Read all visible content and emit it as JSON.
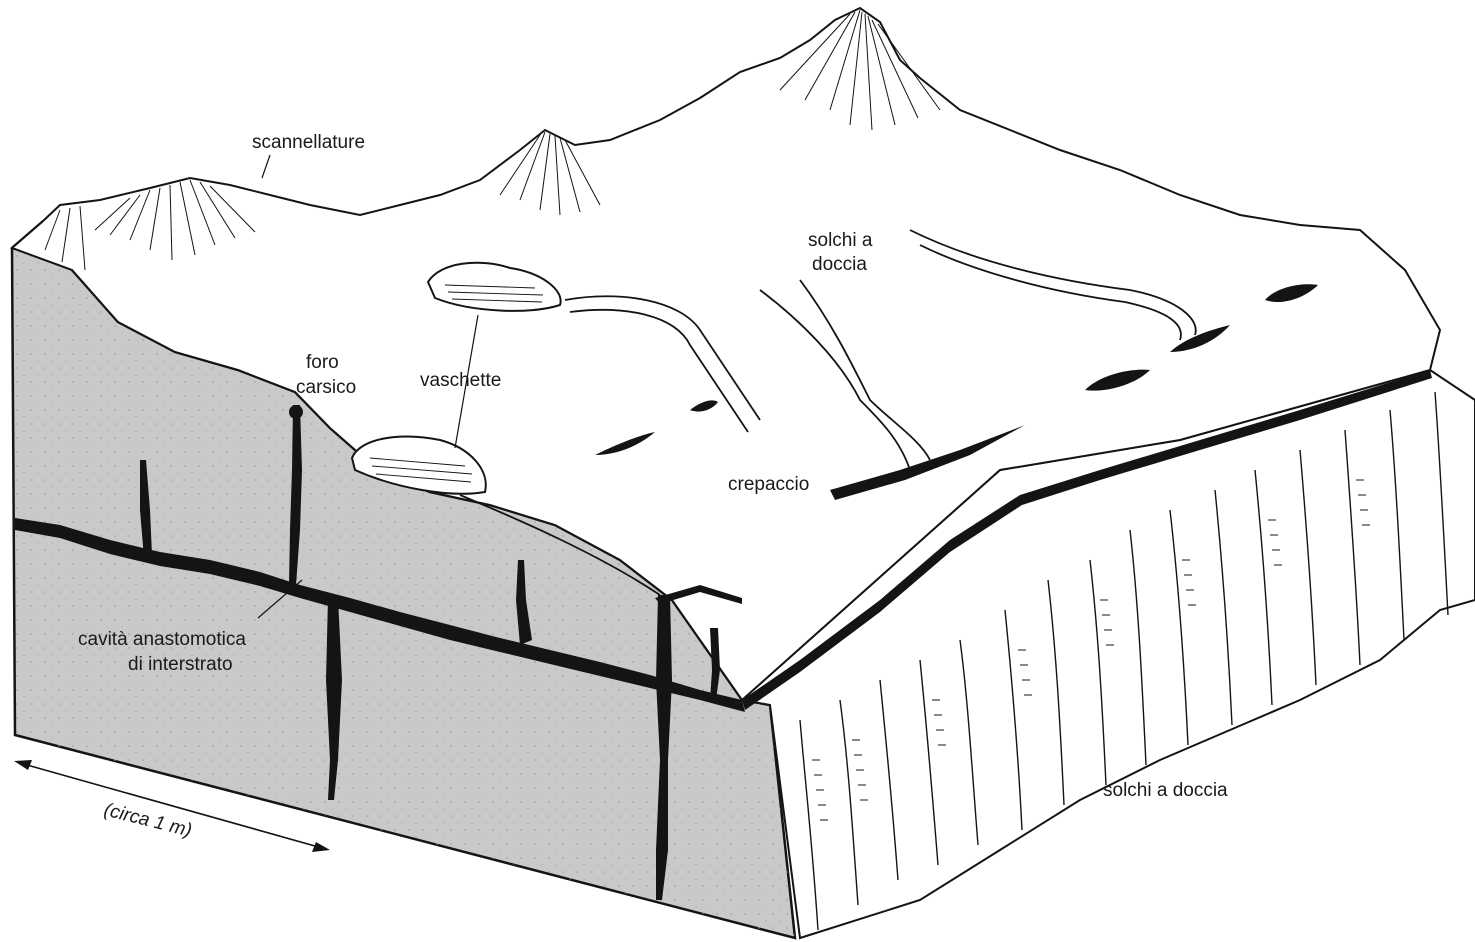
{
  "labels": {
    "scannellature": "scannellature",
    "solchi_top_1": "solchi a",
    "solchi_top_2": "doccia",
    "foro_1": "foro",
    "foro_2": "carsico",
    "vaschette": "vaschette",
    "crepaccio": "crepaccio",
    "cavita_1": "cavità anastomotica",
    "cavita_2": "di interstrato",
    "scale": "(circa 1 m)",
    "solchi_side": "solchi a doccia"
  },
  "colors": {
    "ink": "#141414",
    "rock_section": "#c9c9c9",
    "paper": "#ffffff"
  }
}
